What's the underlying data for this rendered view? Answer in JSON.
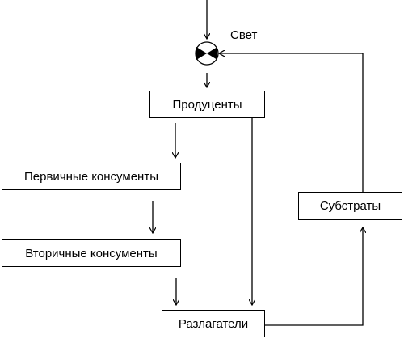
{
  "diagram": {
    "light_label": "Свет",
    "nodes": {
      "producers": "Продуценты",
      "primary_consumers": "Первичные  консументы",
      "secondary_consumers": "Вторичные  консументы",
      "decomposers": "Разлагатели",
      "substrates": "Субстраты"
    },
    "edges": [
      {
        "from": "light-input",
        "to": "valve"
      },
      {
        "from": "valve",
        "to": "producers"
      },
      {
        "from": "producers",
        "to": "primary_consumers"
      },
      {
        "from": "producers",
        "to": "decomposers"
      },
      {
        "from": "primary_consumers",
        "to": "secondary_consumers"
      },
      {
        "from": "secondary_consumers",
        "to": "decomposers"
      },
      {
        "from": "decomposers",
        "to": "substrates"
      },
      {
        "from": "substrates",
        "to": "valve"
      }
    ]
  }
}
